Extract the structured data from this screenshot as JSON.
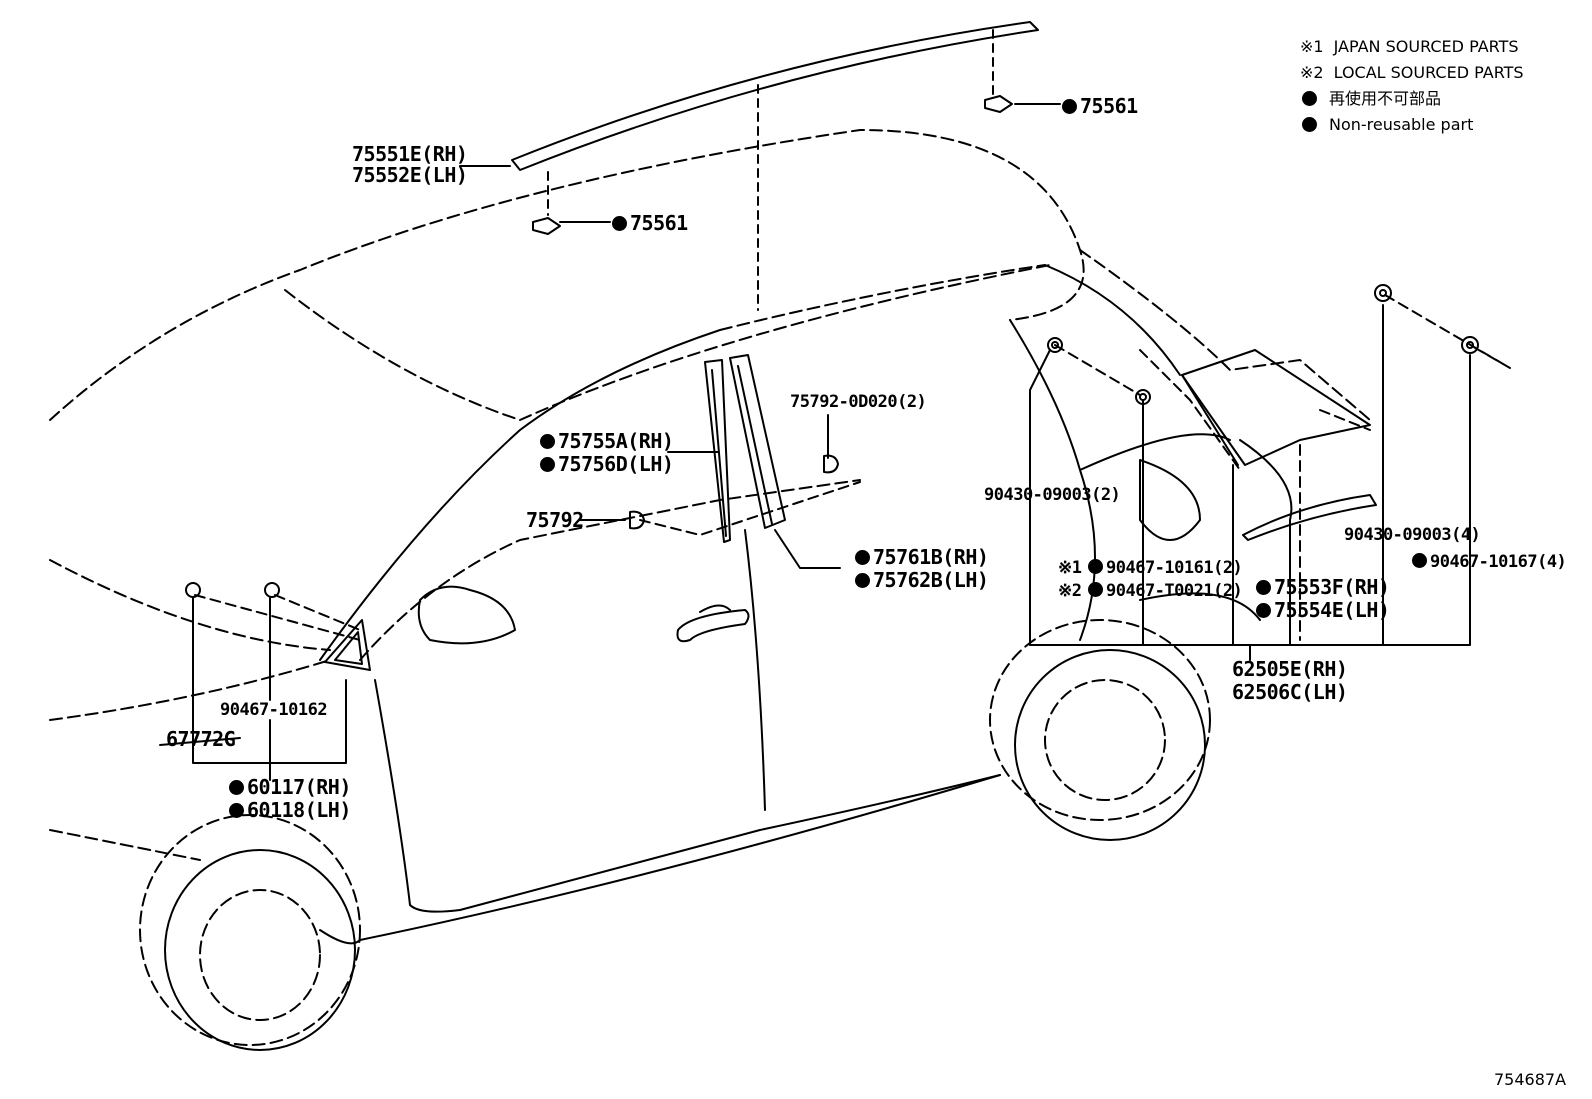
{
  "legend": {
    "note1_mark": "※1",
    "note1_text": "JAPAN SOURCED PARTS",
    "note2_mark": "※2",
    "note2_text": "LOCAL SOURCED PARTS",
    "nonreusable_jp": "再使用不可部品",
    "nonreusable_en": "Non-reusable part"
  },
  "parts": {
    "p75551E": "75551E(RH)",
    "p75552E": "75552E(LH)",
    "p75561_a": "75561",
    "p75561_b": "75561",
    "p75755A": "75755A(RH)",
    "p75756D": "75756D(LH)",
    "p757920D020": "75792-0D020(2)",
    "p75792": "75792",
    "p75761B": "75761B(RH)",
    "p75762B": "75762B(LH)",
    "p9043009003_2": "90430-09003(2)",
    "p9046710161": "90467-10161(2)",
    "p90467T0021": "90467-T0021(2)",
    "mark1": "※1",
    "mark2": "※2",
    "p75553F": "75553F(RH)",
    "p75554E": "75554E(LH)",
    "p9043009003_4": "90430-09003(4)",
    "p9046710167": "90467-10167(4)",
    "p62505E": "62505E(RH)",
    "p62506C": "62506C(LH)",
    "p9046710162": "90467-10162",
    "p67772G": "67772G",
    "p60117": "60117(RH)",
    "p60118": "60118(LH)"
  },
  "diagram_code": "754687A"
}
